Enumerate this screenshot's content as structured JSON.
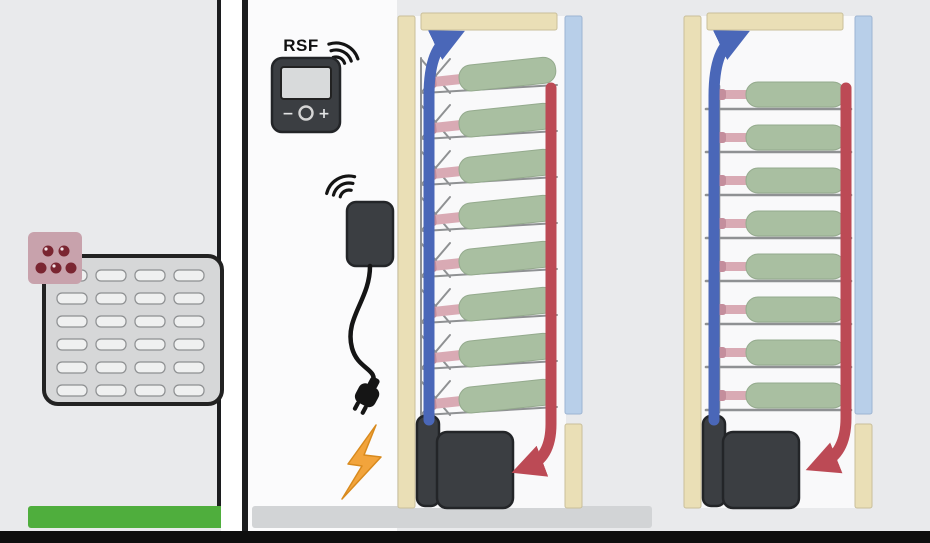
{
  "labels": {
    "thermostat": "RSF",
    "minus": "−",
    "plus": "+"
  },
  "colors": {
    "background": "#e9eaec",
    "room_white": "#fbfbfc",
    "outline_dark": "#1c1d1f",
    "device_body": "#3b3e42",
    "device_edge": "#232528",
    "device_screen": "#d8dadb",
    "grille_fill": "#d6d7d8",
    "grille_slot": "#eff0f0",
    "grille_slot_edge": "#8d8f91",
    "logo_pink": "#c8a2ac",
    "logo_dot": "#7a2531",
    "floor_green": "#4fae3d",
    "floor_gray": "#d2d4d6",
    "panel_tan": "#eadfb6",
    "panel_tan_edge": "#c9bf9a",
    "panel_blue": "#b8cfe9",
    "cabinet_interior": "#f9f9fa",
    "rack_gray": "#8f9193",
    "bottle_green": "#a9bfa1",
    "bottle_green_edge": "#94aa8d",
    "bottle_neck_pink": "#d9aab4",
    "bottle_cap_pink": "#c48e9c",
    "arrow_blue": "#4a67b8",
    "arrow_red": "#bc4a55",
    "cable_black": "#151515",
    "lightning_orange": "#f2a43c",
    "bottom_bar": "#0e0e0e"
  },
  "grille": {
    "rows": 6,
    "cols": 4
  },
  "cabinets": [
    {
      "name": "left",
      "bottles": 8,
      "style": "tilted-wire-rack"
    },
    {
      "name": "right",
      "bottles": 8,
      "style": "flat-shelf"
    }
  ],
  "icons": {
    "wifi_signal": "three-arcs",
    "power_plug": "plug-shape",
    "lightning_bolt": "bolt-polygon",
    "ventilation_grille": "slot-grid",
    "brand_logo": "pink-square-dots"
  }
}
